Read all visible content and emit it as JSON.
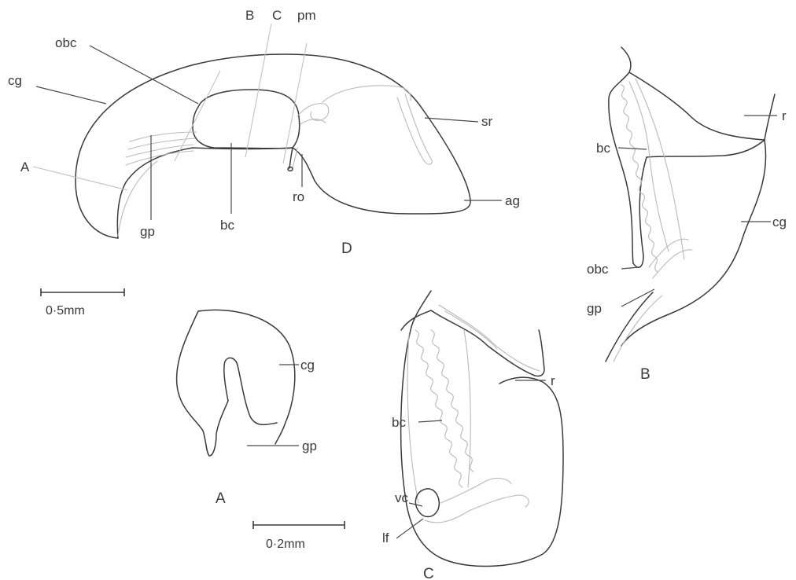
{
  "diagram_d": {
    "panel_label": "D",
    "labels": {
      "obc": "obc",
      "cg": "cg",
      "a": "A",
      "b": "B",
      "c": "C",
      "pm": "pm",
      "sr": "sr",
      "ag": "ag",
      "ro": "ro",
      "bc": "bc",
      "gp": "gp"
    }
  },
  "diagram_b": {
    "panel_label": "B",
    "labels": {
      "r": "r",
      "bc": "bc",
      "cg": "cg",
      "obc": "obc",
      "gp": "gp"
    }
  },
  "diagram_a": {
    "panel_label": "A",
    "labels": {
      "cg": "cg",
      "gp": "gp"
    }
  },
  "diagram_c": {
    "panel_label": "C",
    "labels": {
      "r": "r",
      "bc": "bc",
      "vc": "vc",
      "lf": "lf"
    }
  },
  "scale_bars": {
    "large": "0·5mm",
    "small": "0·2mm"
  }
}
